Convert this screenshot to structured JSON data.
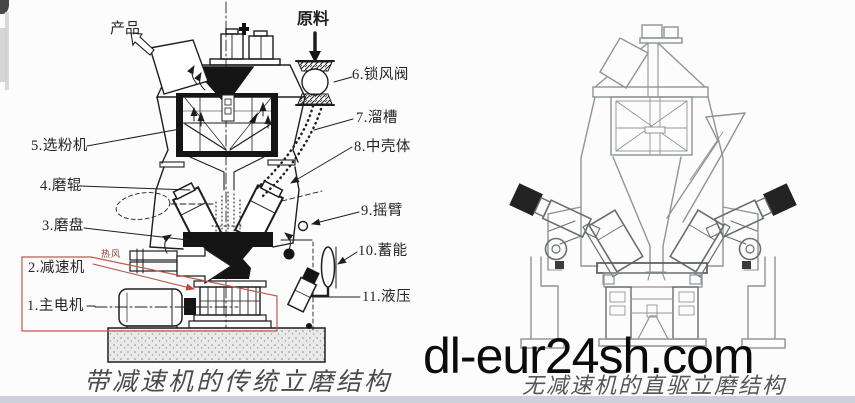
{
  "watermark": {
    "text": "dl-eur24sh.com"
  },
  "left_diagram": {
    "caption": "带减速机的传统立磨结构",
    "flow_labels": {
      "product": "产品",
      "raw_material": "原料",
      "hot_air": "热风"
    },
    "part_labels": [
      {
        "num": "1",
        "text": "1.主电机"
      },
      {
        "num": "2",
        "text": "2.减速机"
      },
      {
        "num": "3",
        "text": "3.磨盘"
      },
      {
        "num": "4",
        "text": "4.磨辊"
      },
      {
        "num": "5",
        "text": "5.选粉机"
      },
      {
        "num": "6",
        "text": "6.锁风阀"
      },
      {
        "num": "7",
        "text": "7.溜槽"
      },
      {
        "num": "8",
        "text": "8.中壳体"
      },
      {
        "num": "9",
        "text": "9.摇臂"
      },
      {
        "num": "10",
        "text": "10.蓄能"
      },
      {
        "num": "11",
        "text": "11.液压"
      }
    ]
  },
  "right_diagram": {
    "caption": "无减速机的直驱立磨结构"
  },
  "colors": {
    "left_line": "#1e1e1e",
    "right_line": "#909496",
    "highlight_box_red": "#c0584c",
    "hot_air_text": "#8a3a2f",
    "caption_text": "#4a4a4a",
    "watermark_text": "#0b0b0b",
    "bottom_strip": "#ccd2d7",
    "background": "#fcfcfc"
  }
}
